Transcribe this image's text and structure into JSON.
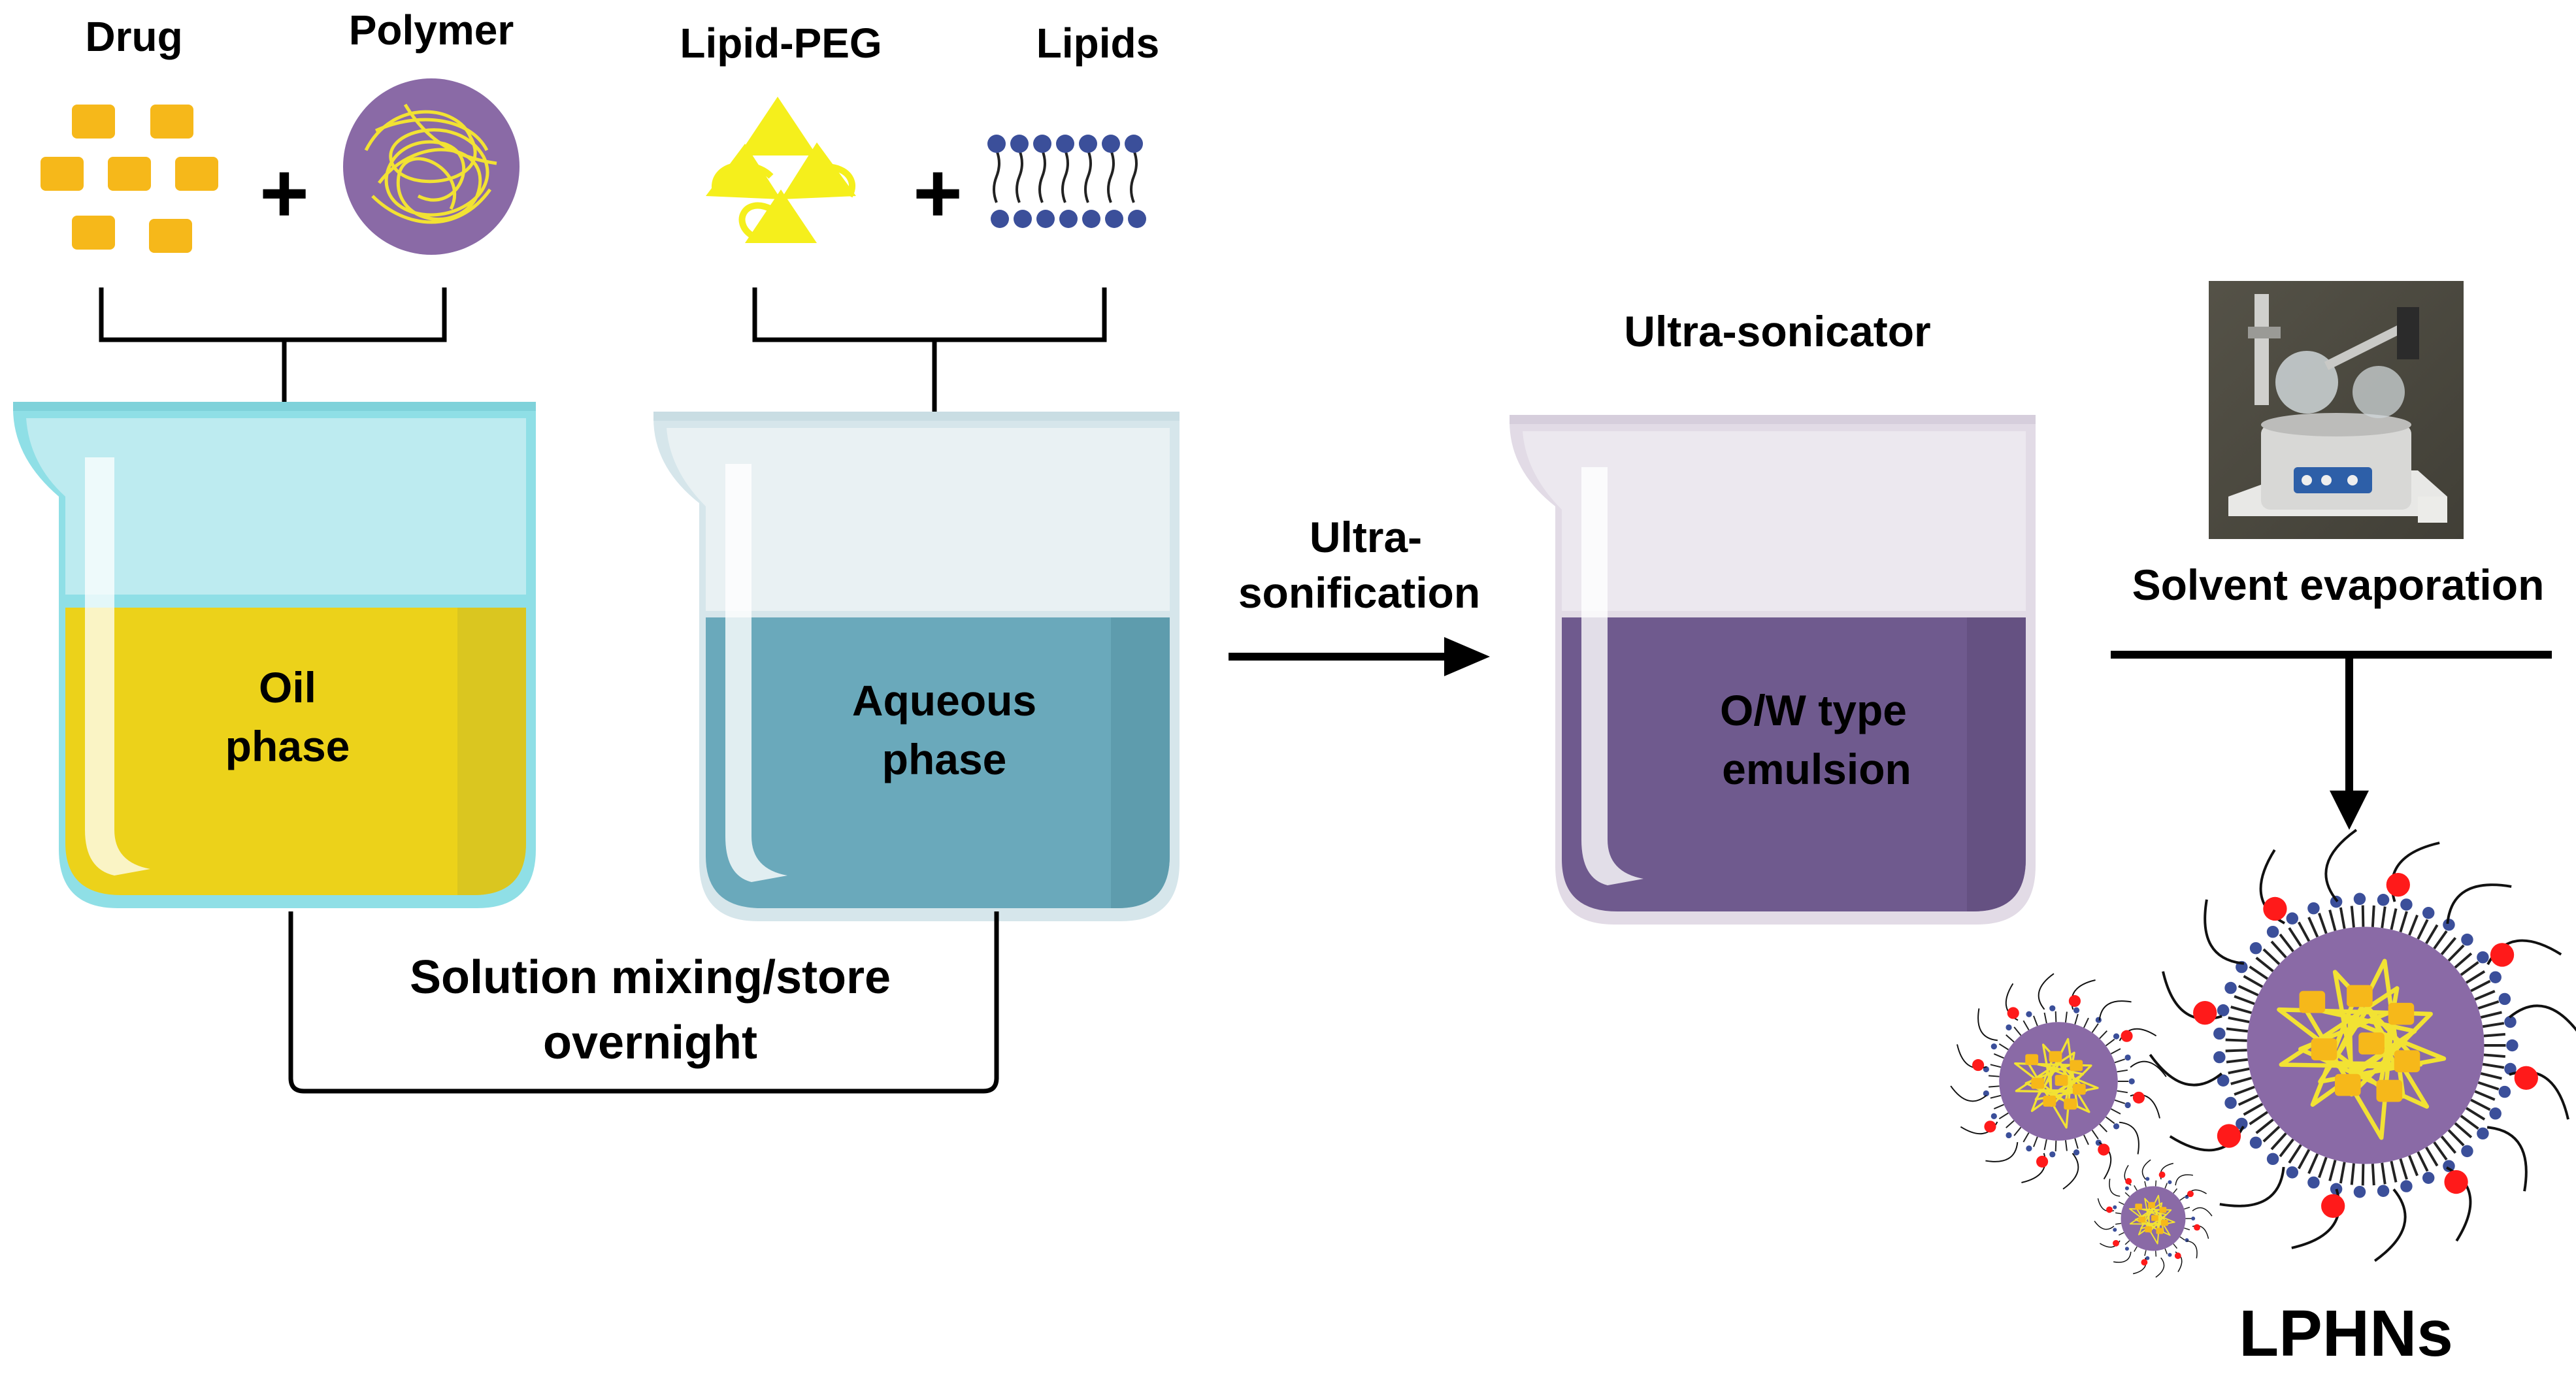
{
  "labels": {
    "drug": "Drug",
    "polymer": "Polymer",
    "lipid_peg": "Lipid-PEG",
    "lipids": "Lipids",
    "plus": "+",
    "oil_phase_1": "Oil",
    "oil_phase_2": "phase",
    "aqueous_phase_1": "Aqueous",
    "aqueous_phase_2": "phase",
    "mixing_1": "Solution mixing/store",
    "mixing_2": "overnight",
    "ultrasonification_1": "Ultra-",
    "ultrasonification_2": "sonification",
    "ultra_sonicator": "Ultra-sonicator",
    "emulsion_1": "O/W type",
    "emulsion_2": "emulsion",
    "solvent_evaporation": "Solvent evaporation",
    "lphns": "LPHNs"
  },
  "colors": {
    "drug": "#f6b81a",
    "polymer": "#8a6aa6",
    "polymer_strands": "#f2e233",
    "lipid_peg": "#f5ef1c",
    "lipid_heads": "#3b4f9a",
    "oil_phase": "#ecd21a",
    "oil_beaker": "#8fdfe6",
    "aqueous_phase": "#6aa9bb",
    "aqueous_beaker": "#e4eef1",
    "emulsion": "#6f5a8e",
    "emulsion_beaker": "#e6e0ea",
    "lphn_peg_heads": "#ff1a1a"
  },
  "icons": {
    "rotary_evaporator": "rotary-evaporator-photo",
    "drug": "drug-squares-icon",
    "polymer": "polymer-coil-icon",
    "lipid_peg": "lipid-peg-triangles-icon",
    "lipids": "lipid-bilayer-icon"
  }
}
